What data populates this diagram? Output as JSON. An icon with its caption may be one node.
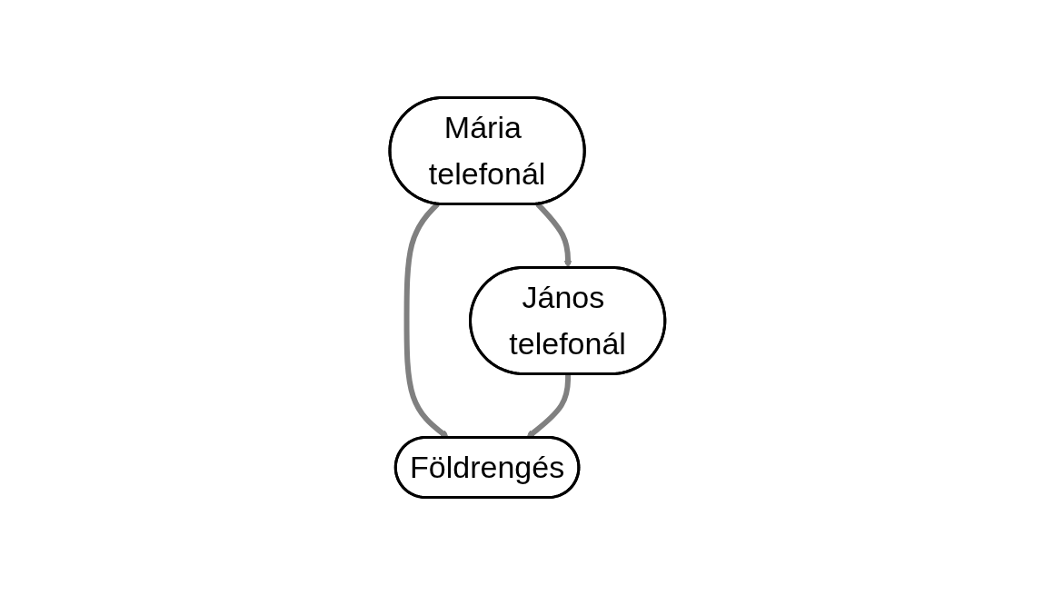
{
  "diagram": {
    "nodes": [
      {
        "text": [
          "Mária telefonál"
        ]
      },
      {
        "text": [
          "János telefonál"
        ]
      },
      {
        "text": [
          "Földrengés"
        ]
      }
    ],
    "edges": [
      {
        "from": 0,
        "to": 1,
        "arrow": "to"
      },
      {
        "from": 0,
        "to": 2,
        "arrow": "to"
      },
      {
        "from": 1,
        "to": 2,
        "arrow": "to"
      }
    ]
  }
}
